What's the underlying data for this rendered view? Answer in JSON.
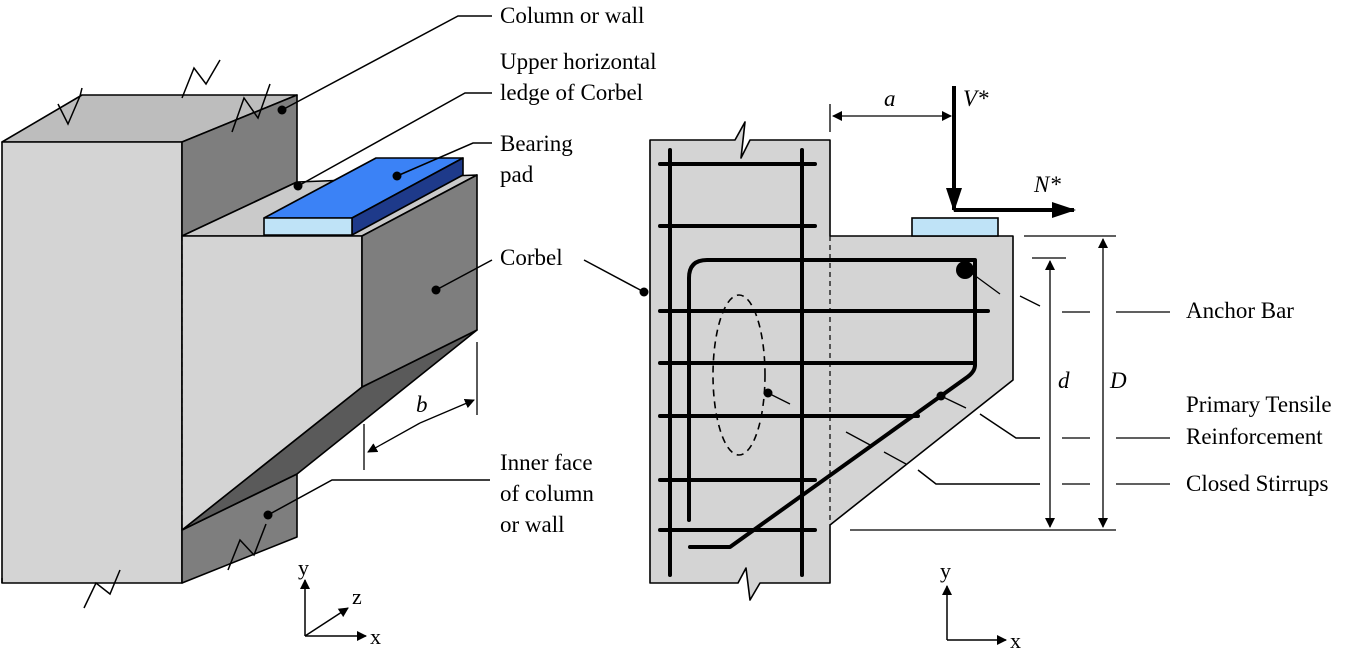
{
  "left_figure": {
    "labels": {
      "column_or_wall": "Column or wall",
      "upper_ledge_1": "Upper horizontal",
      "upper_ledge_2": "ledge of Corbel",
      "bearing_pad_1": "Bearing",
      "bearing_pad_2": "pad",
      "corbel": "Corbel",
      "inner_face_1": "Inner face",
      "inner_face_2": "of column",
      "inner_face_3": "or wall",
      "dim_b": "b"
    },
    "axes": {
      "y": "y",
      "z": "z",
      "x": "x"
    }
  },
  "right_figure": {
    "labels": {
      "dim_a": "a",
      "load_v": "V*",
      "load_n": "N*",
      "dim_d": "d",
      "dim_D": "D",
      "anchor_bar": "Anchor Bar",
      "primary_tensile_1": "Primary Tensile",
      "primary_tensile_2": "Reinforcement",
      "closed_stirrups": "Closed Stirrups"
    },
    "axes": {
      "y": "y",
      "x": "x"
    }
  },
  "colors": {
    "concrete_light": "#d4d4d4",
    "concrete_mid": "#bcbcbc",
    "concrete_dark": "#7e7e7e",
    "concrete_darkest": "#5a5a5a",
    "pad_top": "#3b82f6",
    "pad_side": "#1e3a8a",
    "pad_front": "#bfe3f7"
  }
}
